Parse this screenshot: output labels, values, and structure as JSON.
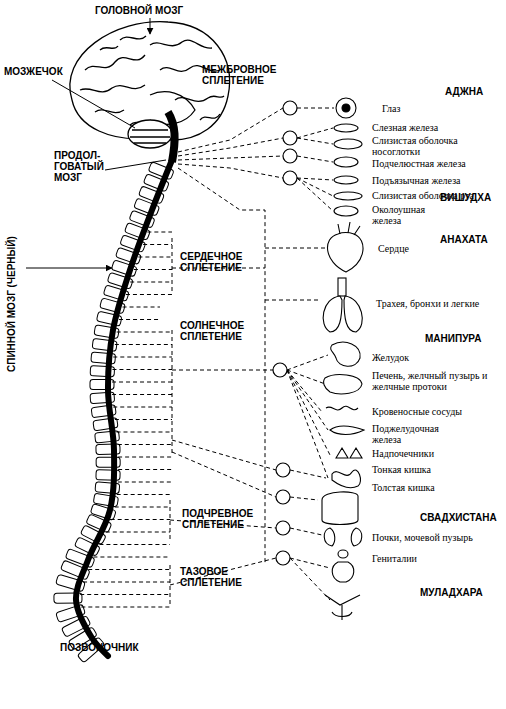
{
  "diagram": {
    "labels": [
      "ГОЛОВНОЙ МОЗГ",
      "МОЗЖЕЧОК",
      "МЕЖБРОВНОЕ СПЛЕТЕНИЕ",
      "АДЖНА",
      "Глаз",
      "Слезная железа",
      "Слизистая оболочка носоглотки",
      "Подчелюстная железа",
      "ПРОДОЛ- ГОВАТЫЙ МОЗГ",
      "Подъязычная железа",
      "Слизистая оболочка рта",
      "Околоушная железа",
      "ВИШУДХА",
      "СПИННОЙ МОЗГ (ЧЕРНЫЙ)",
      "Сердце",
      "АНАХАТА",
      "СЕРДЕЧНОЕ СПЛЕТЕНИЕ",
      "Трахея, бронхи и легкие",
      "СОЛНЕЧНОЕ СПЛЕТЕНИЕ",
      "МАНИПУРА",
      "Желудок",
      "Печень, желчный пузырь и желчные протоки",
      "Кровеносные сосуды",
      "Поджелудочная железа",
      "Надпочечники",
      "Тонкая кишка",
      "Толстая кишка",
      "ПОДЧРЕВНОЕ СПЛЕТЕНИЕ",
      "СВАДХИСТАНА",
      "Почки, мочевой пузырь",
      "Гениталии",
      "ТАЗОВОЕ СПЛЕТЕНИЕ",
      "МУЛАДХАРА",
      "ПОЗВОНОЧНИК"
    ]
  }
}
